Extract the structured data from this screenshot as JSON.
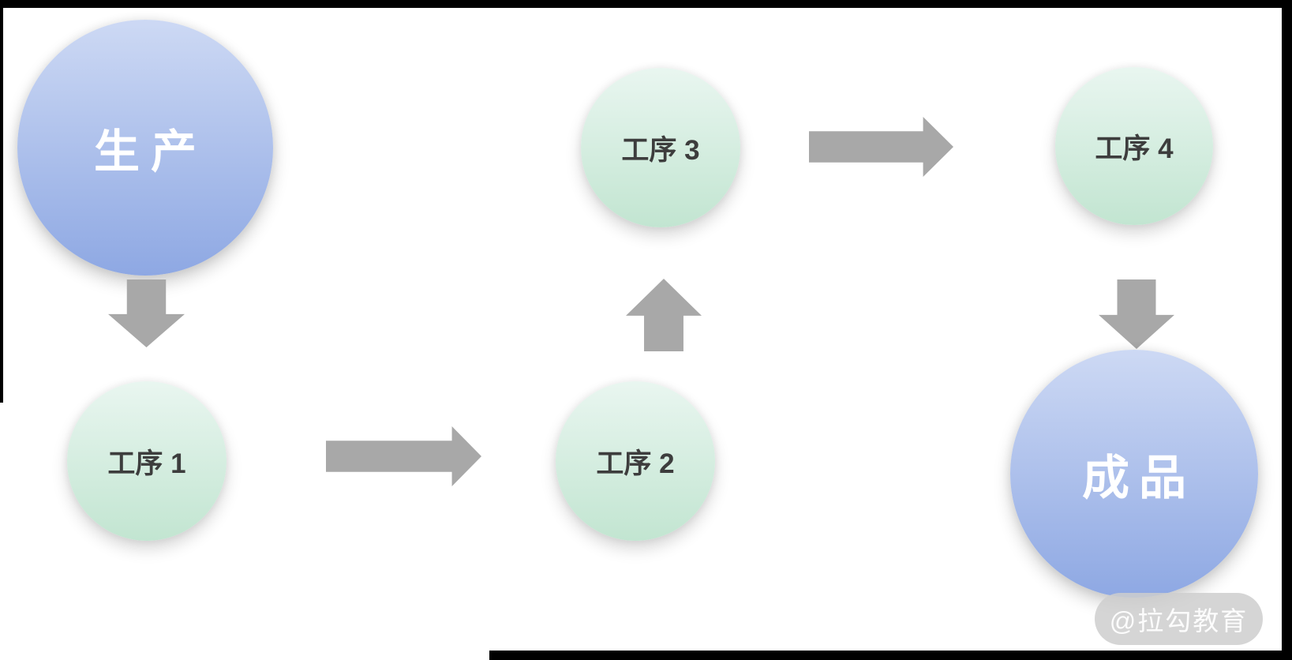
{
  "diagram": {
    "title_hint": "production process flow",
    "nodes": {
      "production": {
        "label": "生产",
        "style": "blue"
      },
      "step1": {
        "label": "工序 1",
        "style": "green"
      },
      "step2": {
        "label": "工序 2",
        "style": "green"
      },
      "step3": {
        "label": "工序 3",
        "style": "green"
      },
      "step4": {
        "label": "工序 4",
        "style": "green"
      },
      "finished": {
        "label": "成品",
        "style": "blue"
      }
    },
    "arrows": [
      {
        "from": "production",
        "to": "step1",
        "direction": "down"
      },
      {
        "from": "step1",
        "to": "step2",
        "direction": "right"
      },
      {
        "from": "step2",
        "to": "step3",
        "direction": "up"
      },
      {
        "from": "step3",
        "to": "step4",
        "direction": "right"
      },
      {
        "from": "step4",
        "to": "finished",
        "direction": "down"
      }
    ],
    "colors": {
      "blue_node_top": "#cdd9f4",
      "blue_node_bottom": "#8ea8e3",
      "blue_node_text": "#ffffff",
      "green_node_top": "#e9f6f0",
      "green_node_bottom": "#c2e5d1",
      "green_node_text": "#3d3d3d",
      "arrow": "#a8a8a8",
      "background": "#ffffff",
      "frame": "#000000"
    }
  },
  "watermark": {
    "text": "@拉勾教育"
  }
}
